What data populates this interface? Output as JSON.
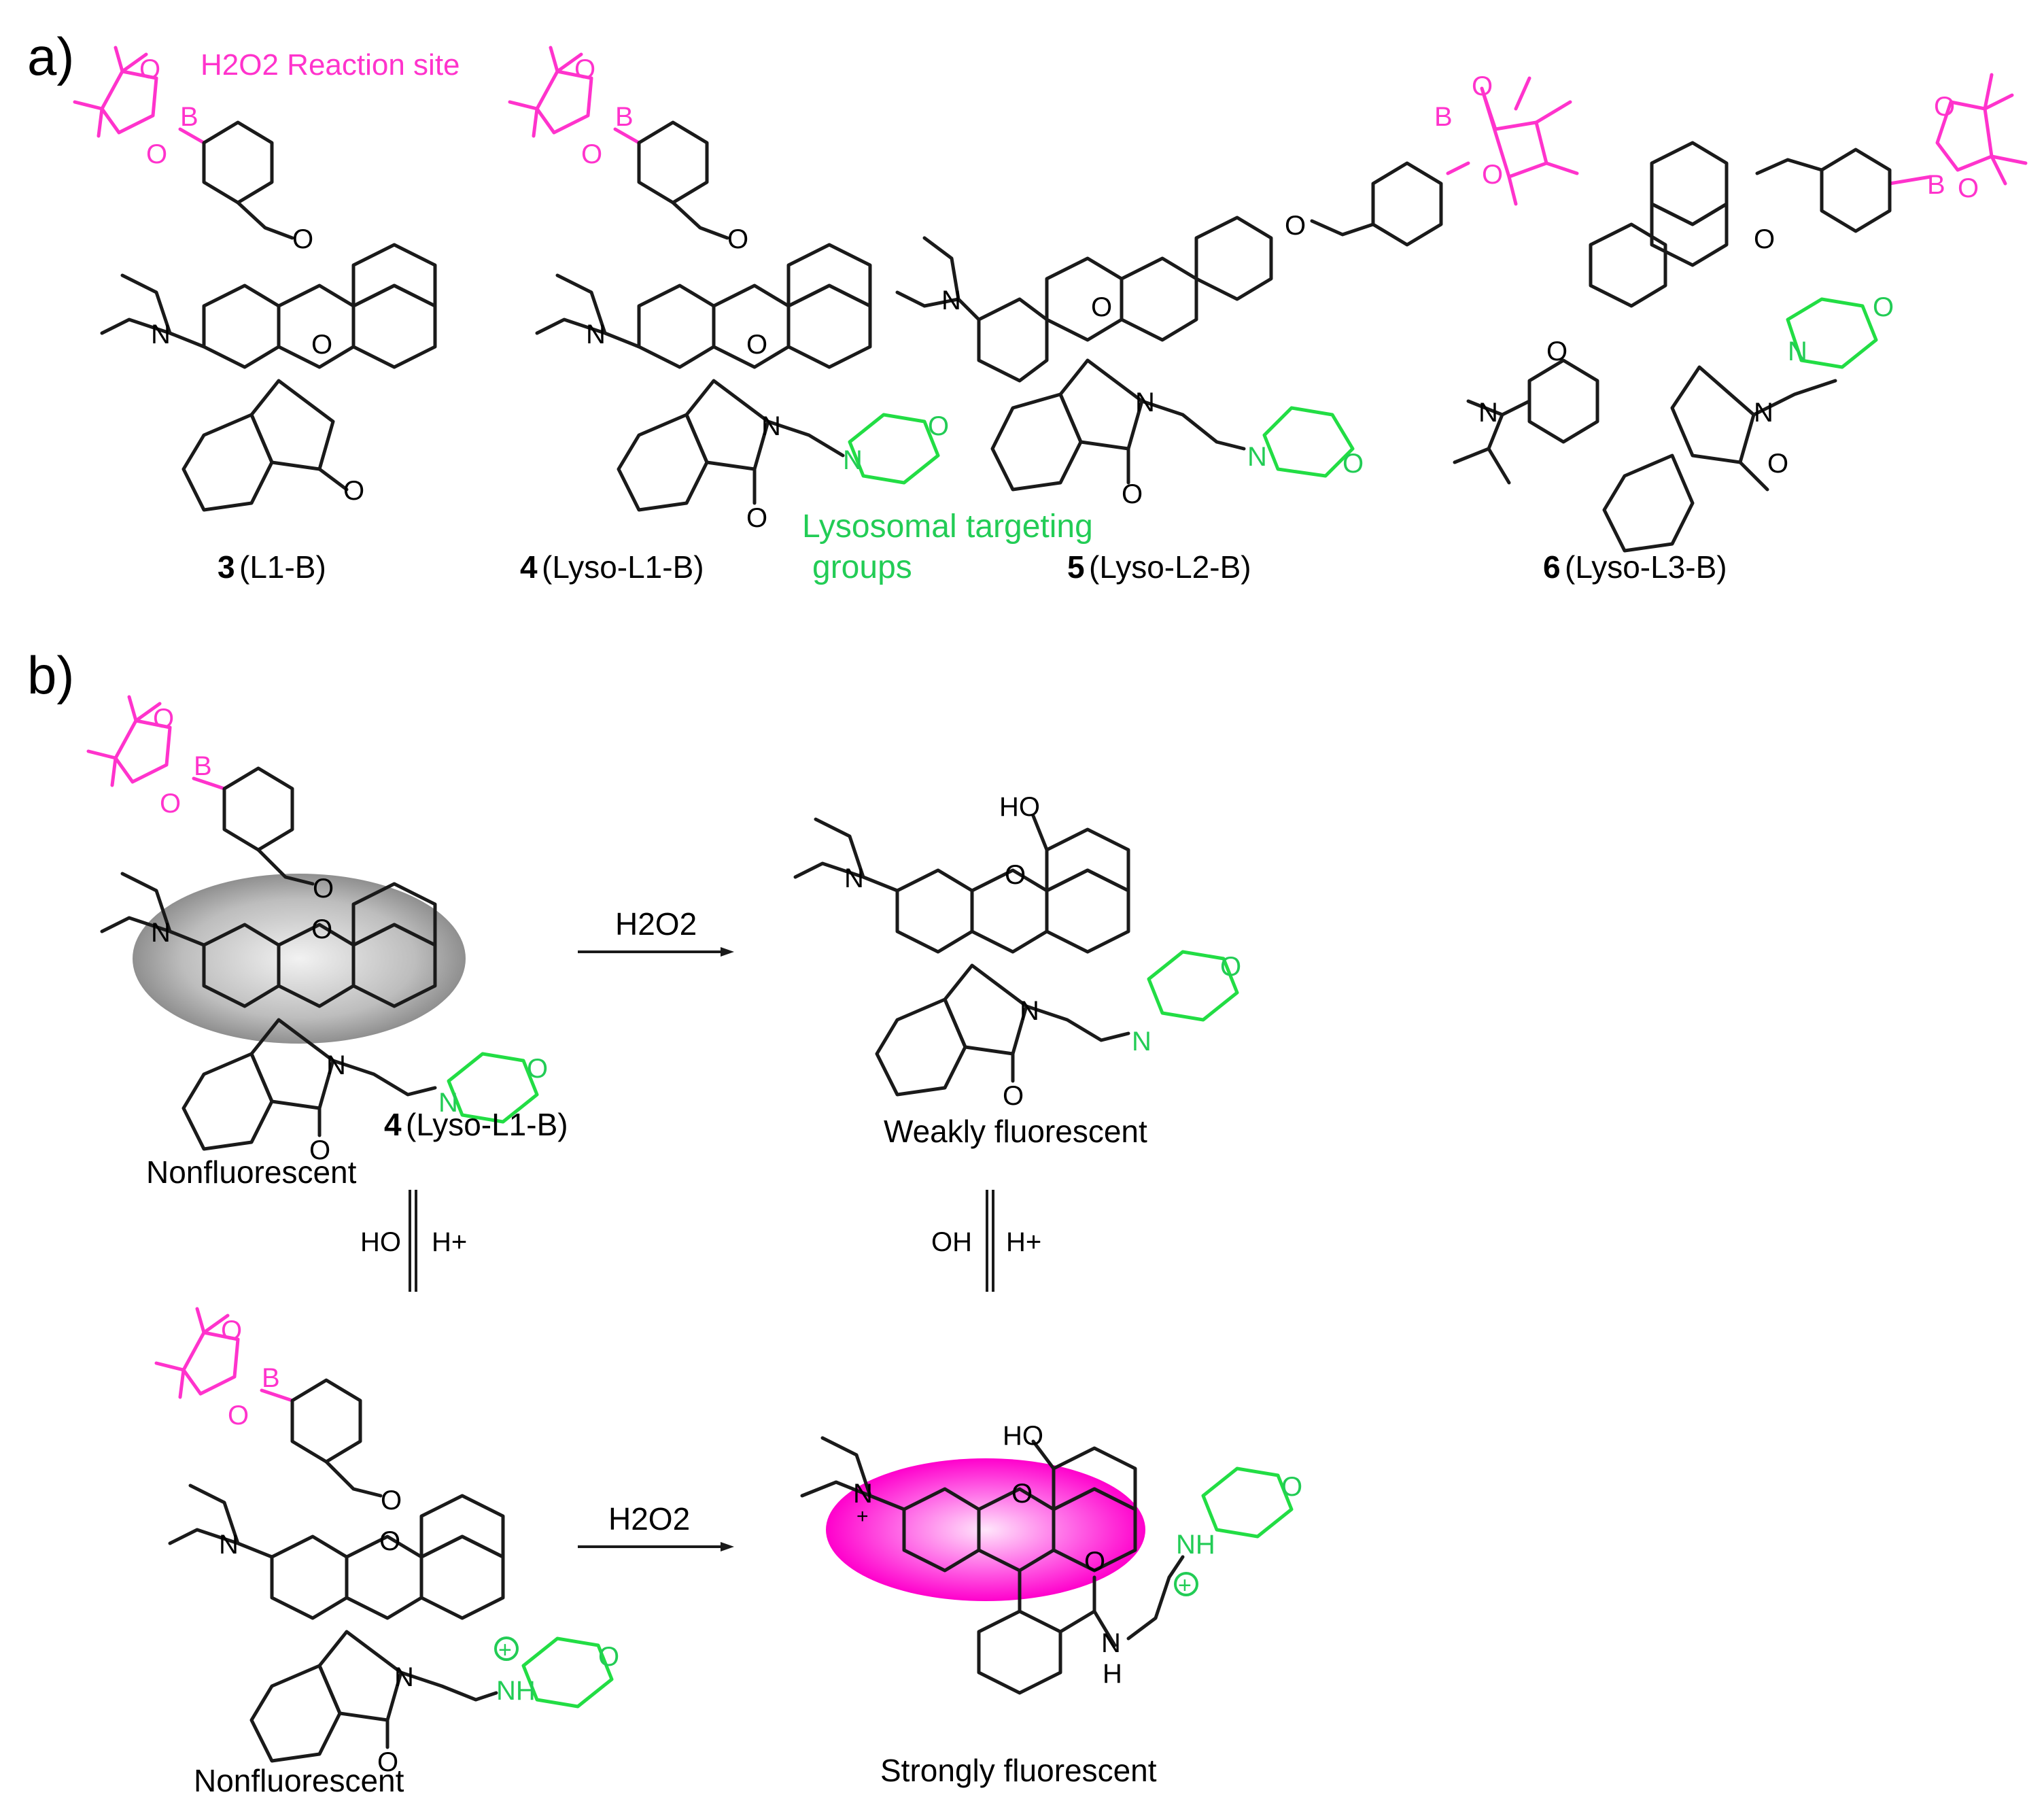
{
  "colors": {
    "reaction_site": "#ff33cc",
    "targeting_group": "#22cc55",
    "bonds": "#1a1a1a",
    "gray_ellipse": "#9a9a9a",
    "magenta_ellipse": "#ff1ad9"
  },
  "panel_a": {
    "label": "a)",
    "reaction_site_label": "H2O2 Reaction site",
    "targeting_label_line1": "Lysosomal targeting",
    "targeting_label_line2": "groups",
    "compounds": [
      {
        "number": "3",
        "name": "(L1-B)"
      },
      {
        "number": "4",
        "name": "(Lyso-L1-B)"
      },
      {
        "number": "5",
        "name": "(Lyso-L2-B)"
      },
      {
        "number": "6",
        "name": "(Lyso-L3-B)"
      }
    ]
  },
  "panel_b": {
    "label": "b)",
    "reagent": "H2O2",
    "compound_4_number": "4",
    "compound_4_name": "(Lyso-L1-B)",
    "states": {
      "top_left": "Nonfluorescent",
      "top_right": "Weakly fluorescent",
      "bottom_left": "Nonfluorescent",
      "bottom_right": "Strongly fluorescent"
    },
    "eq_left": {
      "base": "HO",
      "acid": "H+"
    },
    "eq_right": {
      "base": "OH",
      "acid": "H+"
    }
  },
  "atoms": {
    "N": "N",
    "O": "O",
    "B": "B",
    "HO": "HO",
    "NH": "NH",
    "H": "H",
    "plus": "+"
  }
}
